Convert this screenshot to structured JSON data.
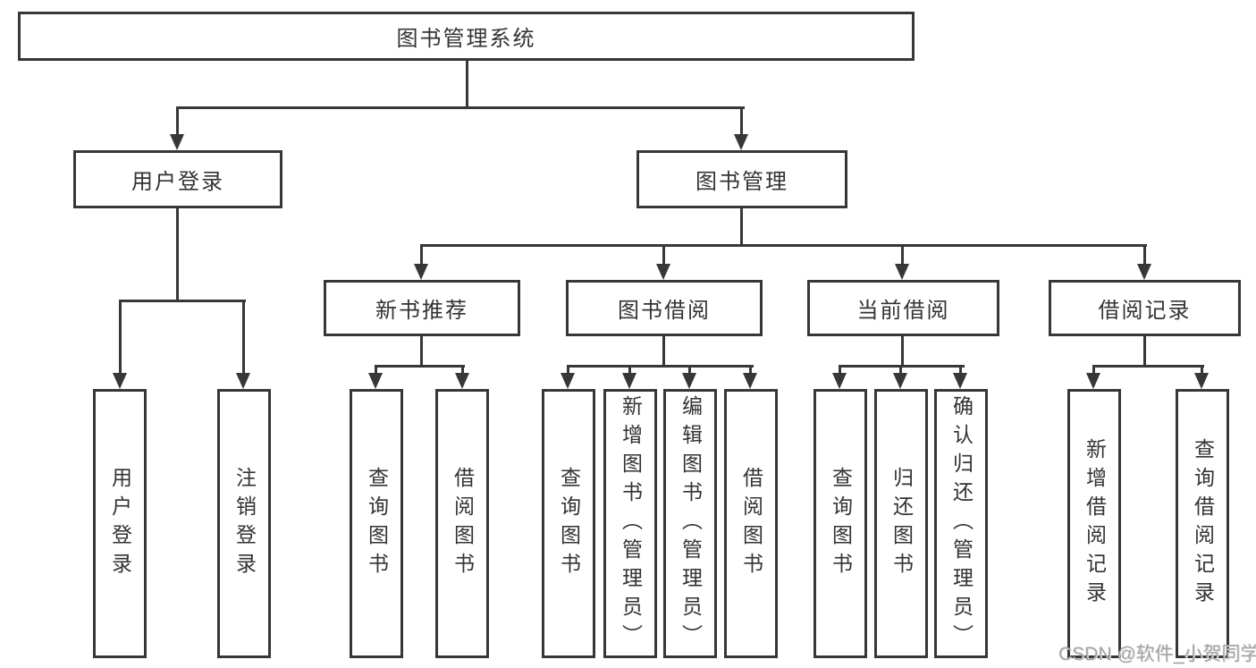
{
  "root": {
    "label": "图书管理系统"
  },
  "level2": [
    {
      "label": "用户登录",
      "children": [
        "用户登录",
        "注销登录"
      ]
    },
    {
      "label": "图书管理"
    }
  ],
  "level3": [
    {
      "label": "新书推荐",
      "children": [
        "查询图书",
        "借阅图书"
      ]
    },
    {
      "label": "图书借阅",
      "children": [
        "查询图书",
        "新增图书（管理员）",
        "编辑图书（管理员）",
        "借阅图书"
      ]
    },
    {
      "label": "当前借阅",
      "children": [
        "查询图书",
        "归还图书",
        "确认归还（管理员）"
      ]
    },
    {
      "label": "借阅记录",
      "children": [
        "新增借阅记录",
        "查询借阅记录"
      ]
    }
  ],
  "watermark": "CSDN @软件_小贺同学",
  "colors": {
    "stroke": "#373737",
    "text": "#333333",
    "watermark": "#a3a3a3",
    "background": "#ffffff"
  }
}
